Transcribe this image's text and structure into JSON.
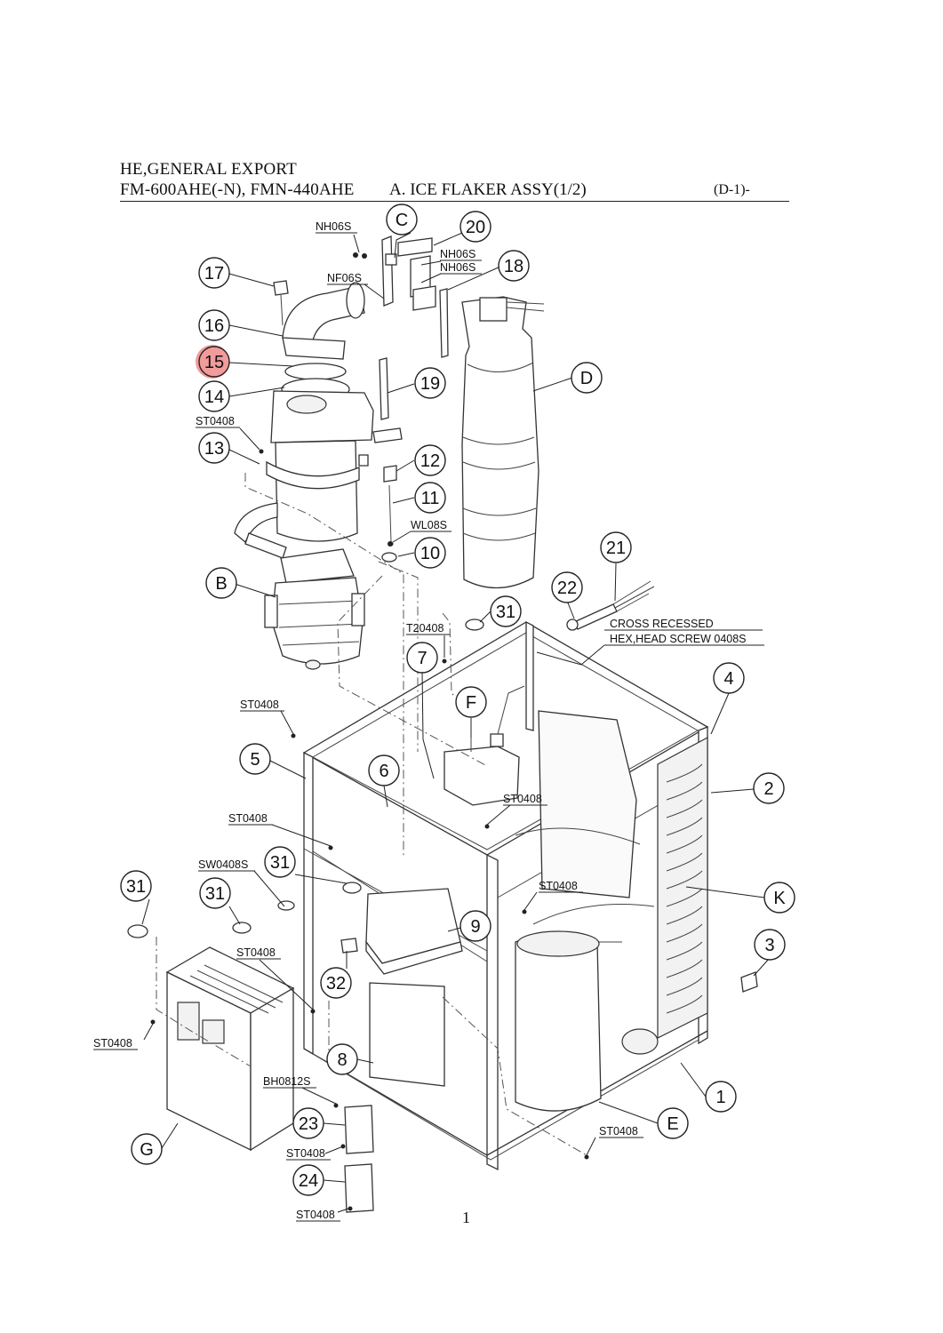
{
  "header": {
    "line1": "HE,GENERAL EXPORT",
    "line2": "FM-600AHE(-N), FMN-440AHE",
    "assembly": "A. ICE FLAKER ASSY(1/2)",
    "page_code": "(D-1)-"
  },
  "page_number": "1",
  "callouts": [
    {
      "id": "C",
      "label": "C"
    },
    {
      "id": "20",
      "label": "20"
    },
    {
      "id": "18",
      "label": "18"
    },
    {
      "id": "17",
      "label": "17"
    },
    {
      "id": "16",
      "label": "16"
    },
    {
      "id": "15",
      "label": "15",
      "highlighted": true
    },
    {
      "id": "14",
      "label": "14"
    },
    {
      "id": "19",
      "label": "19"
    },
    {
      "id": "D",
      "label": "D"
    },
    {
      "id": "13",
      "label": "13"
    },
    {
      "id": "12",
      "label": "12"
    },
    {
      "id": "11",
      "label": "11"
    },
    {
      "id": "10",
      "label": "10"
    },
    {
      "id": "B",
      "label": "B"
    },
    {
      "id": "21",
      "label": "21"
    },
    {
      "id": "22",
      "label": "22"
    },
    {
      "id": "31a",
      "label": "31"
    },
    {
      "id": "7",
      "label": "7"
    },
    {
      "id": "4",
      "label": "4"
    },
    {
      "id": "F",
      "label": "F"
    },
    {
      "id": "5",
      "label": "5"
    },
    {
      "id": "6",
      "label": "6"
    },
    {
      "id": "2",
      "label": "2"
    },
    {
      "id": "31b",
      "label": "31"
    },
    {
      "id": "31c",
      "label": "31"
    },
    {
      "id": "31d",
      "label": "31"
    },
    {
      "id": "K",
      "label": "K"
    },
    {
      "id": "9",
      "label": "9"
    },
    {
      "id": "3",
      "label": "3"
    },
    {
      "id": "32",
      "label": "32"
    },
    {
      "id": "8",
      "label": "8"
    },
    {
      "id": "1",
      "label": "1"
    },
    {
      "id": "23",
      "label": "23"
    },
    {
      "id": "E",
      "label": "E"
    },
    {
      "id": "G",
      "label": "G"
    },
    {
      "id": "24",
      "label": "24"
    }
  ],
  "codes": [
    {
      "id": "nh06s_a",
      "label": "NH06S"
    },
    {
      "id": "nh06s_b",
      "label": "NH06S"
    },
    {
      "id": "nh06s_c",
      "label": "NH06S"
    },
    {
      "id": "nf06s",
      "label": "NF06S"
    },
    {
      "id": "st0408_a",
      "label": "ST0408"
    },
    {
      "id": "wl08s",
      "label": "WL08S"
    },
    {
      "id": "t20408",
      "label": "T20408"
    },
    {
      "id": "cross1",
      "label": "CROSS RECESSED"
    },
    {
      "id": "cross2",
      "label": "HEX,HEAD SCREW 0408S"
    },
    {
      "id": "st0408_b",
      "label": "ST0408"
    },
    {
      "id": "st0408_c",
      "label": "ST0408"
    },
    {
      "id": "st0408_d",
      "label": "ST0408"
    },
    {
      "id": "sw0408s",
      "label": "SW0408S"
    },
    {
      "id": "st0408_e",
      "label": "ST0408"
    },
    {
      "id": "st0408_f",
      "label": "ST0408"
    },
    {
      "id": "st0408_g",
      "label": "ST0408"
    },
    {
      "id": "bh0812s",
      "label": "BH0812S"
    },
    {
      "id": "st0408_h",
      "label": "ST0408"
    },
    {
      "id": "st0408_i",
      "label": "ST0408"
    },
    {
      "id": "st0408_j",
      "label": "ST0408"
    }
  ],
  "colors": {
    "highlight": "#f08a8a",
    "line": "#222222"
  }
}
